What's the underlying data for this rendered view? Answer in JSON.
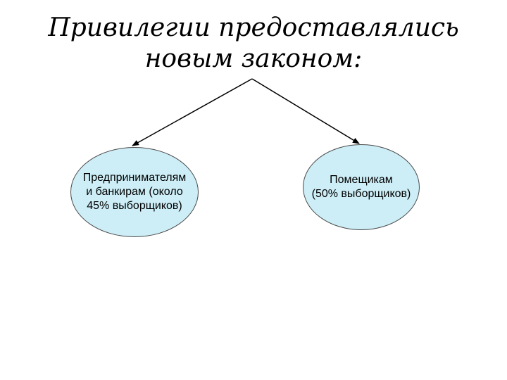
{
  "title": {
    "line1": "Привилегии предоставлялись",
    "line2": "новым законом:"
  },
  "nodes": [
    {
      "label": "Предпринимателям\nи банкирам (около\n45% выборщиков)"
    },
    {
      "label": "Помещикам\n(50% выборщиков)"
    }
  ],
  "colors": {
    "node_fill": "#cdeef7",
    "node_border": "#4a4a4a",
    "arrow": "#000000"
  }
}
